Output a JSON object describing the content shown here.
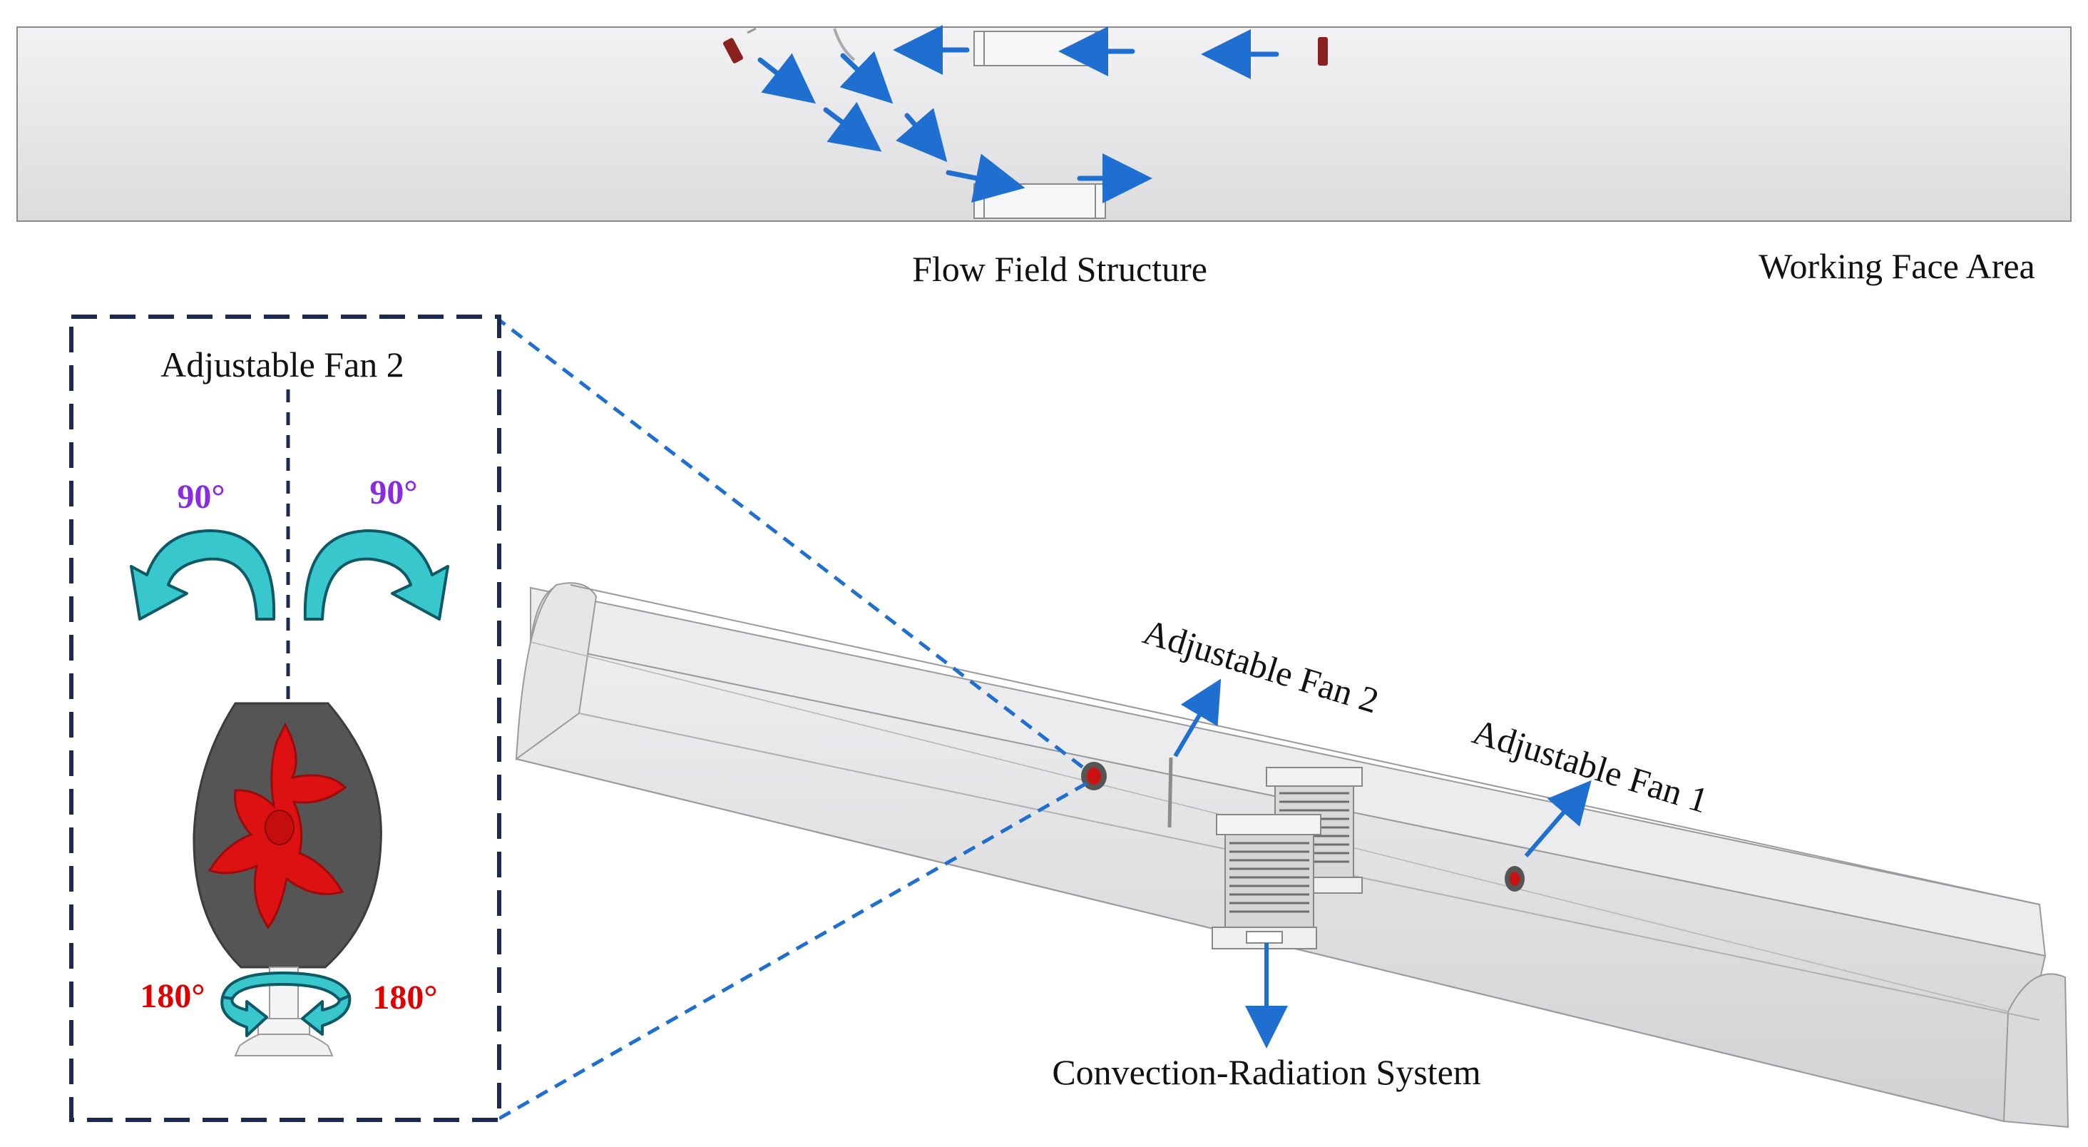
{
  "labels": {
    "flow_field_structure": "Flow Field Structure",
    "working_face_area": "Working Face Area",
    "inset_title": "Adjustable Fan 2",
    "angle_left_top": "90°",
    "angle_right_top": "90°",
    "angle_left_bottom": "180°",
    "angle_right_bottom": "180°",
    "fan2_callout": "Adjustable Fan 2",
    "fan1_callout": "Adjustable Fan 1",
    "system_callout": "Convection-Radiation System"
  },
  "colors": {
    "flow_arrow": "#1f6fd1",
    "angle_90": "#8a2be2",
    "angle_180": "#e00000",
    "rotate_arrow": "#38c7cc",
    "fan_blade": "#dd1111",
    "fan_housing": "#555555",
    "inset_border": "#1a2a55",
    "tunnel_fill": "#e8e8ea"
  },
  "icons": {
    "flow_arrows": "arrow-right-icon",
    "rotation_90": "curved-arrow-icon",
    "rotation_180": "circular-arrow-icon",
    "fan": "fan-icon",
    "radiator": "radiator-panel-icon"
  }
}
